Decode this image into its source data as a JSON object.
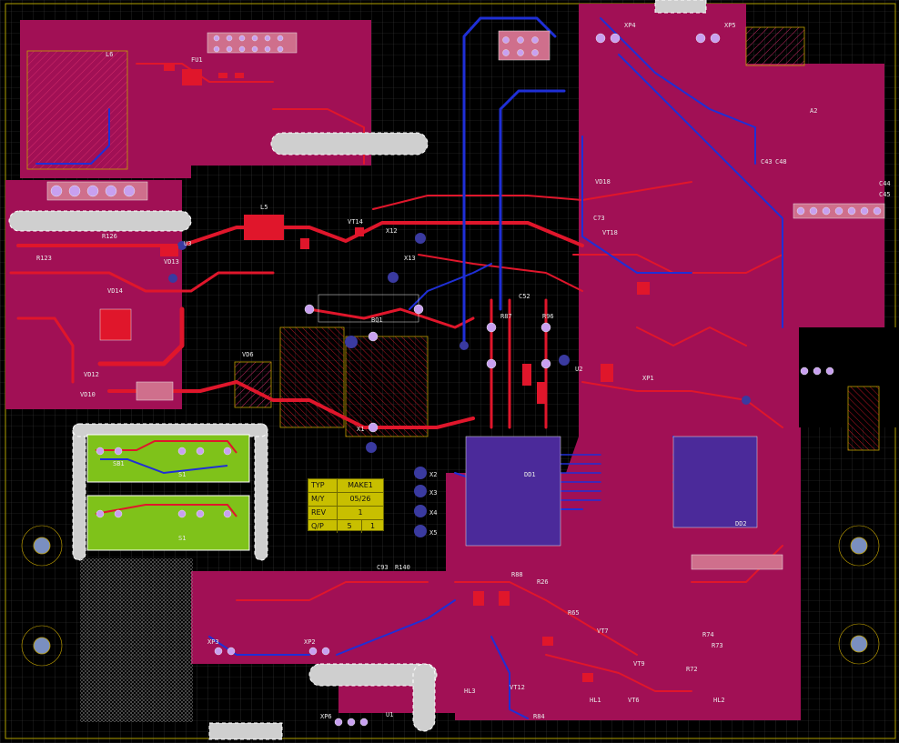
{
  "board": {
    "colors": {
      "background": "#000000",
      "grid": "#3a3a3a",
      "copper_top": "#e0162b",
      "copper_bottom": "#1f2fd6",
      "pour": "#a11055",
      "silk": "#e8e8e8",
      "keepout": "#cfcfcf",
      "green_board": "#7fc21a",
      "title_block": "#c8bf00"
    },
    "title_block": {
      "typ_label": "TYP",
      "typ_value": "MAKE1",
      "my_label": "M/Y",
      "my_value": "05/26",
      "rev_label": "REV",
      "rev_value": "1",
      "qp_label": "Q/P",
      "qp_value_a": "5",
      "qp_value_b": "1"
    },
    "labels": {
      "xp4": "XP4",
      "xp5": "XP5",
      "xp1": "XP1",
      "xp2": "XP2",
      "xp3": "XP3",
      "xp6": "XP6",
      "x1": "X1",
      "x2": "X2",
      "x3": "X3",
      "x4": "X4",
      "x5": "X5",
      "x12": "X12",
      "x13": "X13",
      "u1": "U1",
      "u2": "U2",
      "u3": "U3",
      "dd1": "DD1",
      "dd2": "DD2",
      "l5": "L5",
      "l6": "L6",
      "fu1": "FU1",
      "s1a": "S1",
      "s1b": "S1",
      "hl1": "HL1",
      "hl2": "HL2",
      "hl3": "HL3",
      "vt6": "VT6",
      "vt7": "VT7",
      "vt9": "VT9",
      "vt12": "VT12",
      "vt14": "VT14",
      "vt18": "VT18",
      "vd6": "VD6",
      "vd10": "VD10",
      "vd12": "VD12",
      "vd13": "VD13",
      "vd14": "VD14",
      "vd18": "VD18",
      "c52": "C52",
      "c43": "C43",
      "c48": "C48",
      "c44": "C44",
      "c45": "C45",
      "c73": "C73",
      "c93": "C93",
      "r126": "R126",
      "r123": "R123",
      "r140": "R140",
      "r87": "R87",
      "r96": "R96",
      "r74": "R74",
      "r73": "R73",
      "r26": "R26",
      "r88": "R88",
      "r65": "R65",
      "r72": "R72",
      "r84": "R84",
      "bq1": "BQ1",
      "a2": "A2",
      "sb1": "SB1"
    }
  }
}
